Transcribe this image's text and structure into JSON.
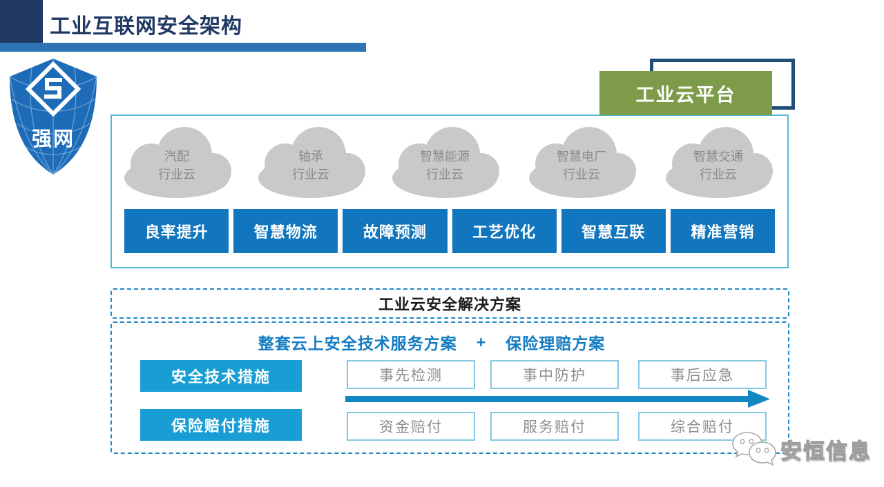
{
  "header": {
    "title": "工业互联网安全架构"
  },
  "logo": {
    "text": "强网"
  },
  "platform": {
    "label": "工业云平台"
  },
  "industry_clouds": [
    {
      "line1": "汽配",
      "line2": "行业云"
    },
    {
      "line1": "轴承",
      "line2": "行业云"
    },
    {
      "line1": "智慧能源",
      "line2": "行业云"
    },
    {
      "line1": "智慧电厂",
      "line2": "行业云"
    },
    {
      "line1": "智慧交通",
      "line2": "行业云"
    }
  ],
  "applications": [
    "良率提升",
    "智慧物流",
    "故障预测",
    "工艺优化",
    "智慧互联",
    "精准营销"
  ],
  "solution": {
    "title": "工业云安全解决方案",
    "summary": {
      "part1": "整套云上安全技术服务方案",
      "plus": "+",
      "part2": "保险理赔方案"
    },
    "rows": [
      {
        "label": "安全技术措施",
        "items": [
          "事先检测",
          "事中防护",
          "事后应急"
        ]
      },
      {
        "label": "保险赔付措施",
        "items": [
          "资金赔付",
          "服务赔付",
          "综合赔付"
        ]
      }
    ]
  },
  "watermark": {
    "text": "安恒信息"
  },
  "colors": {
    "navy": "#1f3864",
    "header_underline": "#2e74b5",
    "platform_green": "#7d9b49",
    "app_blue": "#1176bd",
    "label_cyan": "#189ed4",
    "dash_blue": "#1e86c8",
    "container_border": "#55b6d5",
    "cloud_gray": "#c9c9c9",
    "arrow_blue": "#1287c3"
  }
}
